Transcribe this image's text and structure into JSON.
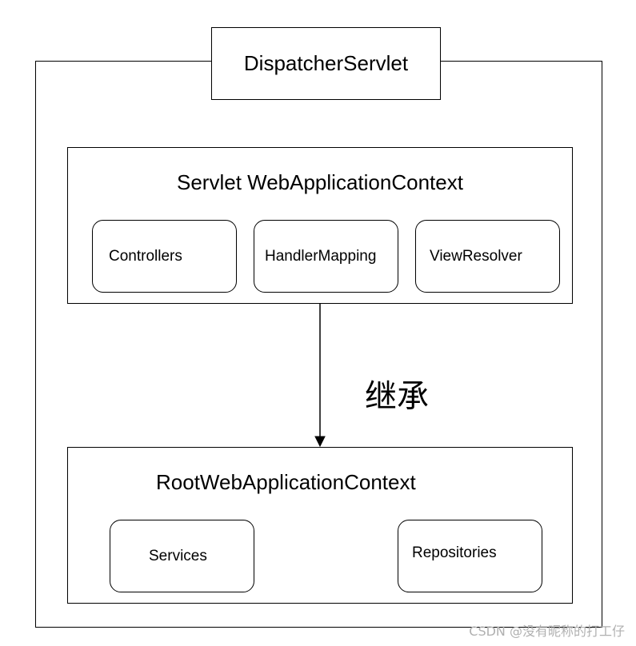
{
  "dispatcher": {
    "title": "DispatcherServlet"
  },
  "servlet_context": {
    "title": "Servlet WebApplicationContext",
    "components": [
      {
        "label": "Controllers"
      },
      {
        "label": "HandlerMapping"
      },
      {
        "label": "ViewResolver"
      }
    ]
  },
  "relation": {
    "label": "继承"
  },
  "root_context": {
    "title": "RootWebApplicationContext",
    "components": [
      {
        "label": "Services"
      },
      {
        "label": "Repositories"
      }
    ]
  },
  "watermark": {
    "text": "CSDN @没有昵称的打工仔"
  },
  "colors": {
    "stroke": "#000000",
    "background": "#ffffff",
    "watermark": "#b0b0b0"
  }
}
